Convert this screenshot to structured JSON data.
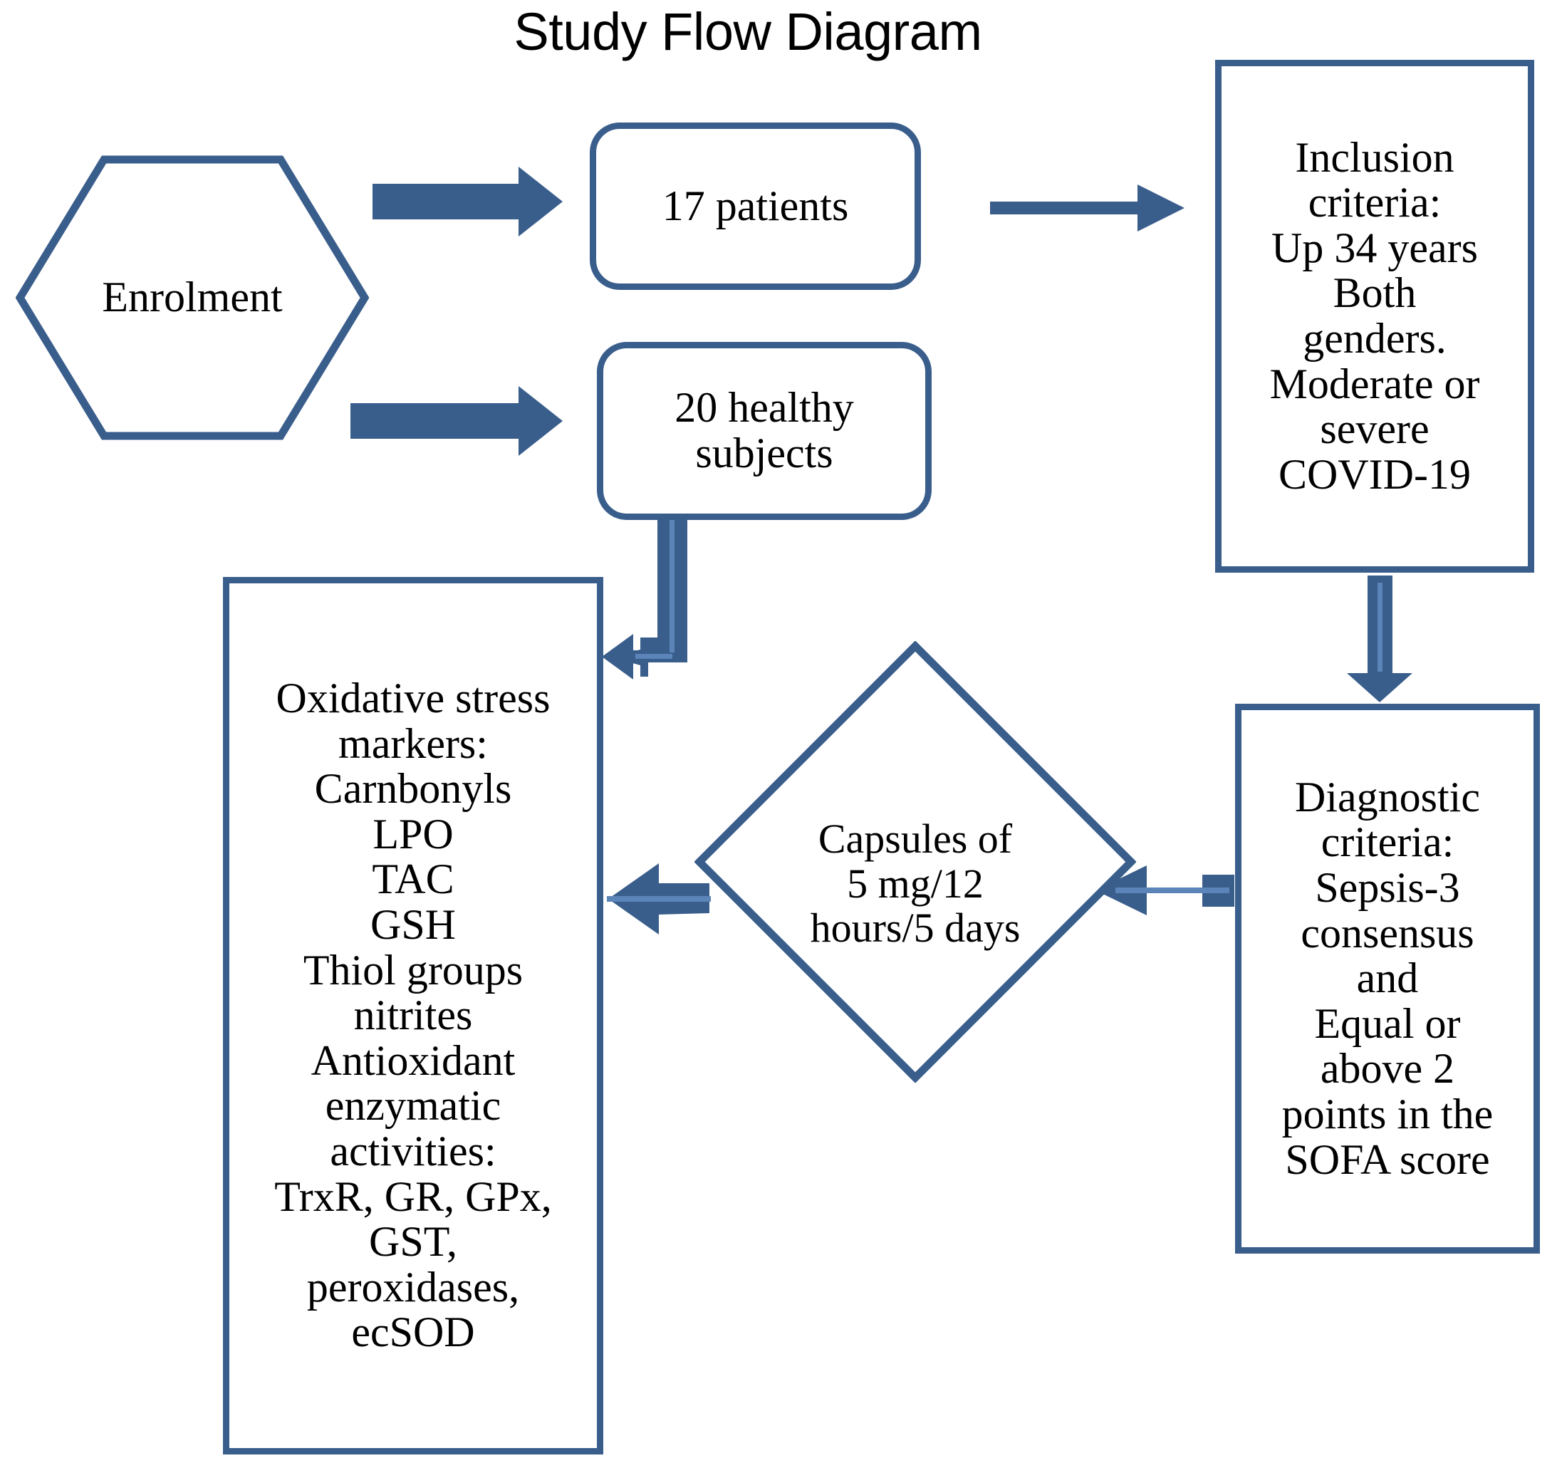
{
  "diagram": {
    "title": "Study Flow Diagram",
    "accent_color": "#3A5E8C",
    "stripe_color": "#5B84B8",
    "text_color": "#000000",
    "background": "#ffffff"
  },
  "nodes": {
    "enrolment": {
      "shape": "hexagon",
      "label": "Enrolment"
    },
    "patients": {
      "shape": "rounded-rectangle",
      "label": "17 patients"
    },
    "healthy_subjects": {
      "shape": "rounded-rectangle",
      "label": "20 healthy\nsubjects"
    },
    "inclusion_criteria": {
      "shape": "rectangle",
      "label": "Inclusion\ncriteria:\nUp 34 years\nBoth\ngenders.\nModerate or\nsevere\nCOVID-19"
    },
    "diagnostic_criteria": {
      "shape": "rectangle",
      "label": "Diagnostic\ncriteria:\nSepsis-3\nconsensus\nand\nEqual or\nabove 2\npoints in the\nSOFA score"
    },
    "capsules": {
      "shape": "diamond",
      "label": "Capsules of\n5 mg/12\nhours/5 days"
    },
    "oxidative_markers": {
      "shape": "rectangle",
      "label": "Oxidative  stress\nmarkers:\nCarnbonyls\nLPO\nTAC\nGSH\nThiol groups\nnitrites\nAntioxidant\nenzymatic\nactivities:\nTrxR,  GR,  GPx,\nGST,\nperoxidases,\necSOD"
    }
  },
  "connectors": [
    {
      "id": "enrolment-to-patients",
      "from": "enrolment",
      "to": "patients",
      "direction": "right",
      "style": "solid"
    },
    {
      "id": "enrolment-to-healthy",
      "from": "enrolment",
      "to": "healthy_subjects",
      "direction": "right",
      "style": "solid"
    },
    {
      "id": "patients-to-inclusion",
      "from": "patients",
      "to": "inclusion_criteria",
      "direction": "right",
      "style": "solid"
    },
    {
      "id": "inclusion-to-diagnostic",
      "from": "inclusion_criteria",
      "to": "diagnostic_criteria",
      "direction": "down",
      "style": "striped"
    },
    {
      "id": "diagnostic-to-capsules",
      "from": "diagnostic_criteria",
      "to": "capsules",
      "direction": "left",
      "style": "striped"
    },
    {
      "id": "capsules-to-markers",
      "from": "capsules",
      "to": "oxidative_markers",
      "direction": "left",
      "style": "striped"
    },
    {
      "id": "markers-to-healthy",
      "from": "oxidative_markers",
      "to": "healthy_subjects",
      "direction": "elbow-up-left",
      "style": "striped-double"
    }
  ]
}
